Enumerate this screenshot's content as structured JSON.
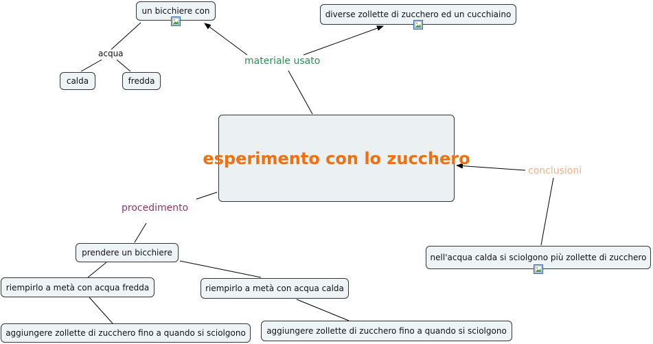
{
  "center": {
    "title": "esperimento con lo zucchero"
  },
  "links": {
    "materiale": "materiale usato",
    "procedimento": "procedimento",
    "conclusioni": "conclusioni",
    "acqua": "acqua"
  },
  "nodes": {
    "bicchiere": "un bicchiere con",
    "zollette_cucchiaino": "diverse zollette di zucchero ed un cucchiaino",
    "calda": "calda",
    "fredda": "fredda",
    "prendere": "prendere un bicchiere",
    "riempi_fredda": "riempirlo a metà con acqua fredda",
    "riempi_calda": "riempirlo a metà con acqua calda",
    "aggiungi_1": "aggiungere zollette di zucchero fino a quando si sciolgono",
    "aggiungi_2": "aggiungere zollette di zucchero fino a quando si sciolgono",
    "conclusione": "nell'acqua calda si sciolgono più zollette di zucchero"
  },
  "colors": {
    "materiale": "#2e8b57",
    "procedimento": "#993366",
    "conclusioni": "#f4b183",
    "center_title": "#f07010"
  },
  "icons": [
    "image-icon",
    "image-icon",
    "image-icon"
  ]
}
